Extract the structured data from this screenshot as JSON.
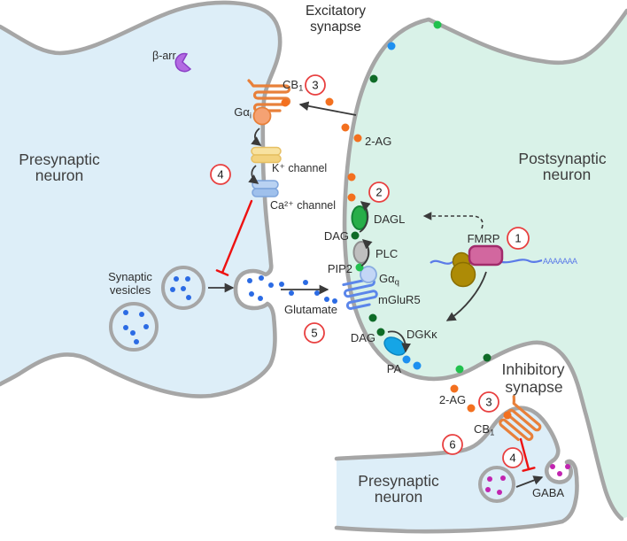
{
  "diagram": {
    "title": {
      "line1": "Excitatory",
      "line2": "synapse"
    },
    "regions": {
      "presynaptic_left": {
        "line1": "Presynaptic",
        "line2": "neuron"
      },
      "postsynaptic": {
        "line1": "Postsynaptic",
        "line2": "neuron"
      },
      "inhibitory_synapse": {
        "line1": "Inhibitory",
        "line2": "synapse"
      },
      "presynaptic_bottom": {
        "line1": "Presynaptic",
        "line2": "neuron"
      }
    },
    "molecules": {
      "beta_arrestin": "β-arr",
      "cb1_base": "CB",
      "cb1_sub": "1",
      "g_alpha_base": "Gα",
      "g_alpha_i_sub": "i",
      "g_alpha_q_sub": "q",
      "k_channel": "K⁺ channel",
      "ca_channel": "Ca²⁺ channel",
      "two_ag": "2-AG",
      "dagl": "DAGL",
      "dag": "DAG",
      "plc": "PLC",
      "pip2": "PIP2",
      "mglur5": "mGluR5",
      "glutamate": "Glutamate",
      "synaptic_vesicles": {
        "line1": "Synaptic",
        "line2": "vesicles"
      },
      "fmrp": "FMRP",
      "poly_a_tail": "AAAAAAA",
      "dgkk": "DGKκ",
      "pa": "PA",
      "gaba": "GABA"
    },
    "step_numbers": {
      "n1": "1",
      "n2": "2",
      "n3": "3",
      "n4": "4",
      "n5": "5",
      "n6": "6"
    },
    "colors": {
      "presynaptic_fill": "#ddeef8",
      "postsynaptic_fill": "#d9f2e8",
      "membrane_gray": "#a6a6a6",
      "cb1_orange": "#e8803a",
      "two_ag_orange": "#f3701f",
      "glutamate_blue": "#2b6be4",
      "gaba_magenta": "#c224b0",
      "dagl_green": "#27ae49",
      "plc_gray": "#bfbfbf",
      "dgkk_blue": "#15a5e6",
      "fmrp_pink": "#d2679f",
      "ribosome_gold": "#ad8b06",
      "beta_arrestin_purple": "#b36ae2",
      "k_channel_yellow": "#f3d27e",
      "ca_channel_blue": "#b9d2f2",
      "step_circle_red": "#e84040",
      "inhibit_red": "#ee1111"
    }
  }
}
